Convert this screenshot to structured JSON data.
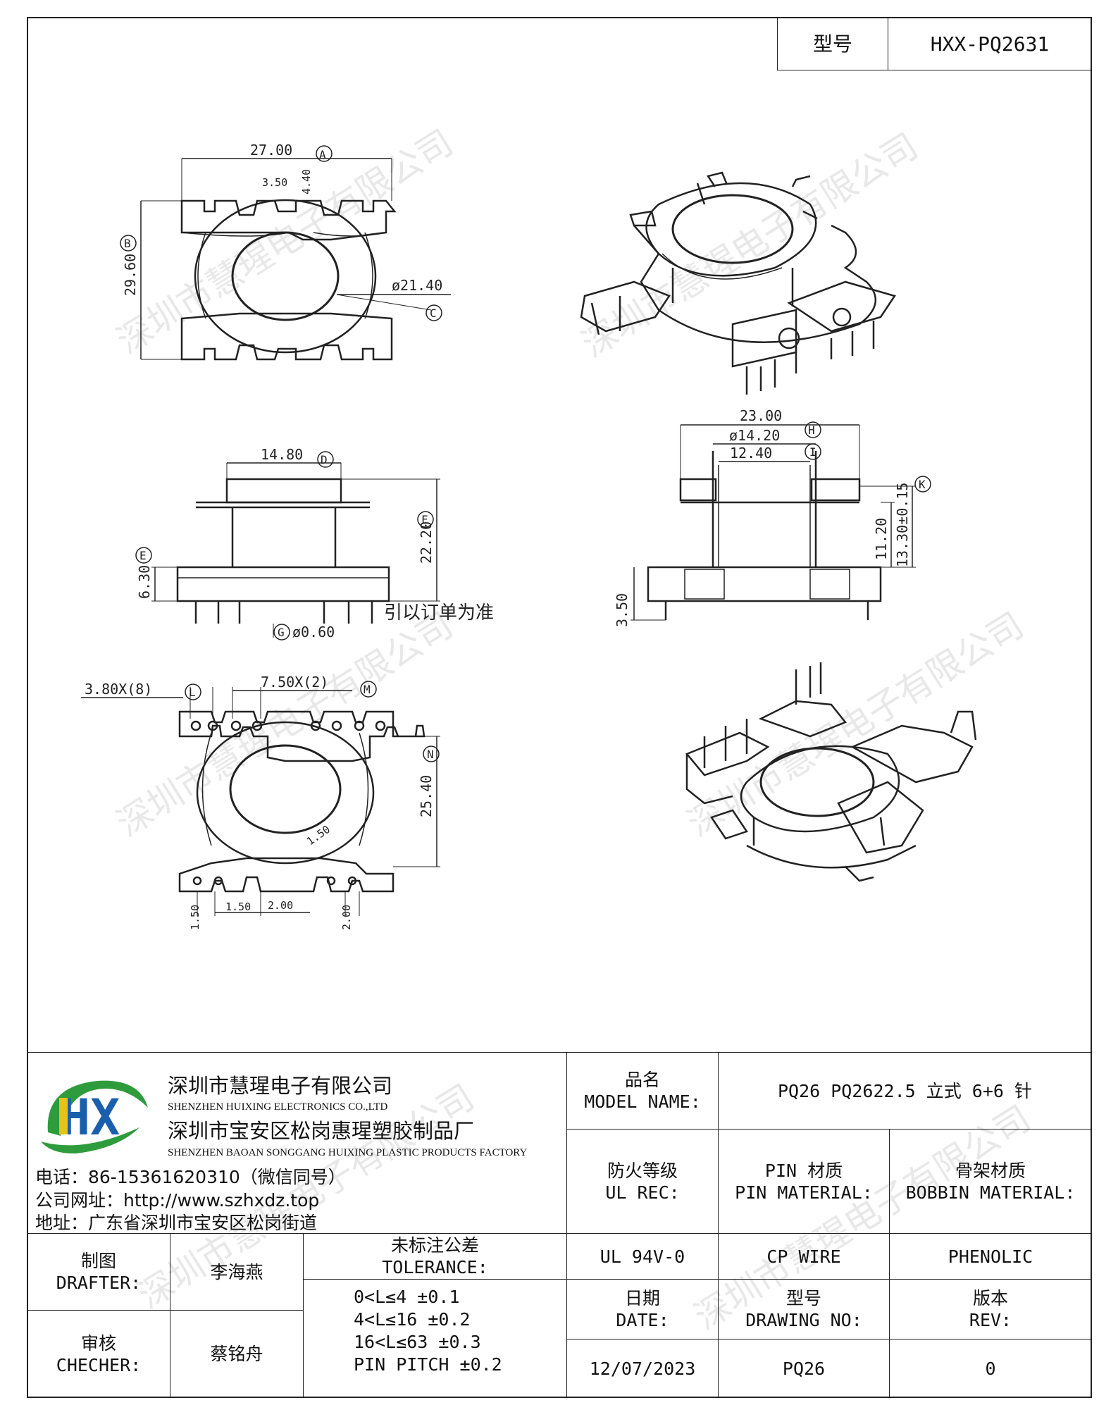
{
  "header": {
    "model_label": "型号",
    "model_value": "HXX-PQ2631"
  },
  "watermark": "深圳市慧瑆电子有限公司",
  "drawing": {
    "top_view": {
      "width": "27.00",
      "width_tag": "A",
      "height": "29.60",
      "height_tag": "B",
      "slot_w": "3.50",
      "slot_h": "4.40",
      "hole": "ø21.40",
      "hole_tag": "C"
    },
    "front_view": {
      "width": "14.80",
      "width_tag": "D",
      "base_h": "6.30",
      "base_tag": "E",
      "total_h": "22.20",
      "total_tag": "F",
      "pin_d": "ø0.60",
      "pin_tag": "G",
      "note": "引以订单为准"
    },
    "side_view": {
      "width": "23.00",
      "outer": "ø14.20",
      "outer_tag": "H",
      "inner": "12.40",
      "inner_tag": "I",
      "h1": "11.20",
      "h2": "13.30±0.15",
      "h2_tag": "K",
      "pin_len": "3.50"
    },
    "bottom_view": {
      "pitch": "3.80X(8)",
      "pitch_tag": "L",
      "gap": "7.50X(2)",
      "gap_tag": "M",
      "height": "25.40",
      "height_tag": "N",
      "d1": "1.50",
      "d2": "1.50",
      "d3": "2.00",
      "d4": "1.50",
      "d5": "2.00"
    }
  },
  "company": {
    "name_cn": "深圳市慧瑆电子有限公司",
    "name_en": "SHENZHEN HUIXING ELECTRONICS CO.,LTD",
    "factory_cn": "深圳市宝安区松岗惠瑆塑胶制品厂",
    "factory_en": "SHENZHEN BAOAN SONGGANG HUIXING PLASTIC PRODUCTS FACTORY",
    "phone": "电话：86-15361620310（微信同号）",
    "website": "公司网址：http://www.szhxdz.top",
    "address": "地址：广东省深圳市宝安区松岗街道",
    "logo_letters": "HX",
    "logo_colors": {
      "green": "#2e9b3c",
      "yellow": "#e8c21a",
      "blue": "#1a5fae"
    }
  },
  "title_block": {
    "model_name_cn": "品名",
    "model_name_en": "MODEL NAME:",
    "model_name_value": "PQ26 PQ2622.5 立式 6+6 针",
    "ul_cn": "防火等级",
    "ul_en": "UL REC:",
    "pin_cn": "PIN 材质",
    "pin_en": "PIN MATERIAL:",
    "bobbin_cn": "骨架材质",
    "bobbin_en": "BOBBIN MATERIAL:",
    "ul_value": "UL 94V-0",
    "pin_value": "CP WIRE",
    "bobbin_value": "PHENOLIC",
    "date_cn": "日期",
    "date_en": "DATE:",
    "drawing_cn": "型号",
    "drawing_en": "DRAWING NO:",
    "rev_cn": "版本",
    "rev_en": "REV:",
    "date_value": "12/07/2023",
    "drawing_value": "PQ26",
    "rev_value": "0",
    "drafter_cn": "制图",
    "drafter_en": "DRAFTER:",
    "drafter_value": "李海燕",
    "checker_cn": "审核",
    "checker_en": "CHECHER:",
    "checker_value": "蔡铭舟",
    "tolerance_cn": "未标注公差",
    "tolerance_en": "TOLERANCE:",
    "tolerances": [
      "0<L≤4   ±0.1",
      "4<L≤16  ±0.2",
      "16<L≤63  ±0.3",
      "PIN PITCH  ±0.2"
    ]
  }
}
